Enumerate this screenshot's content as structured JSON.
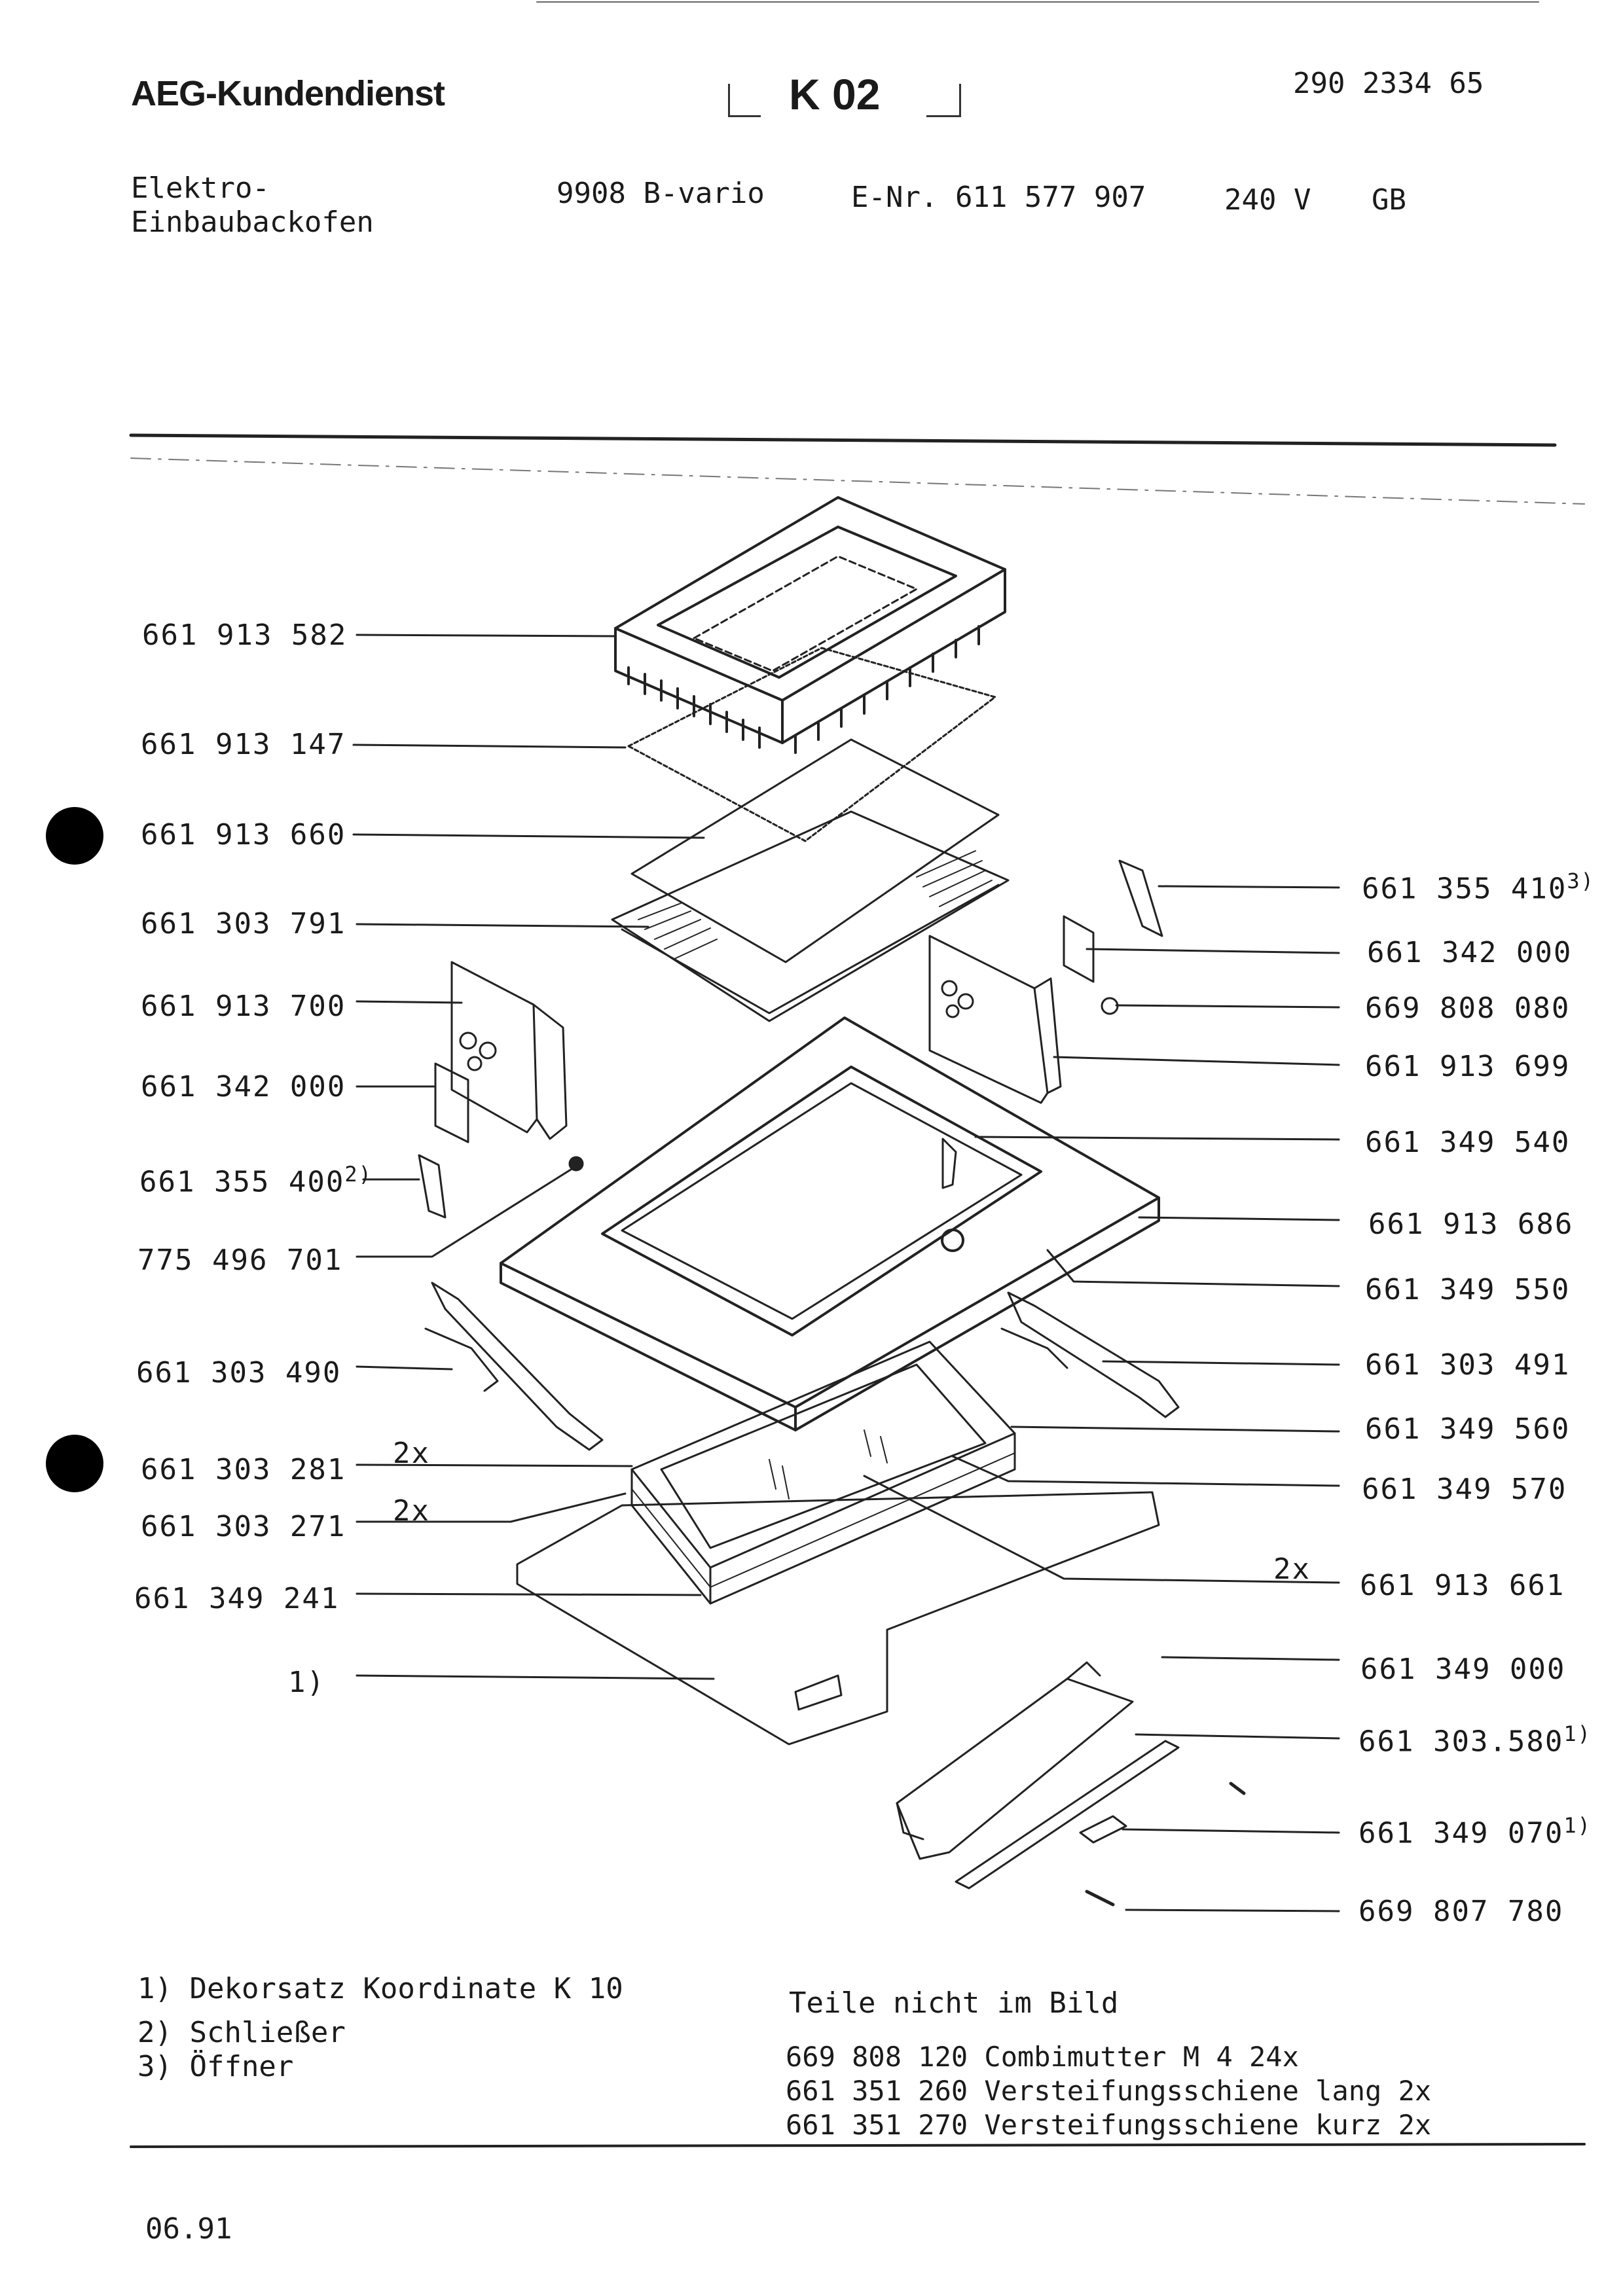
{
  "header": {
    "brand": "AEG-Kundendienst",
    "sheet_code": "K 02",
    "doc_number": "290 2334 65",
    "appliance_line1": "Elektro-",
    "appliance_line2": "Einbaubackofen",
    "model": "9908 B-vario",
    "enr": "E-Nr. 611 577 907",
    "voltage": "240 V",
    "country": "GB"
  },
  "parts_left": [
    {
      "number": "661 913 582",
      "sup": ""
    },
    {
      "number": "661 913 147",
      "sup": ""
    },
    {
      "number": "661 913 660",
      "sup": ""
    },
    {
      "number": "661 303 791",
      "sup": ""
    },
    {
      "number": "661 913 700",
      "sup": ""
    },
    {
      "number": "661 342 000",
      "sup": ""
    },
    {
      "number": "661 355 400",
      "sup": "2)"
    },
    {
      "number": "775 496 701",
      "sup": ""
    },
    {
      "number": "661 303 490",
      "sup": ""
    },
    {
      "number": "661 303 281",
      "sup": ""
    },
    {
      "number": "661 303 271",
      "sup": ""
    },
    {
      "number": "661 349 241",
      "sup": ""
    },
    {
      "number": "1)",
      "sup": ""
    }
  ],
  "parts_right": [
    {
      "number": "661 355 410",
      "sup": "3)"
    },
    {
      "number": "661 342 000",
      "sup": ""
    },
    {
      "number": "669 808 080",
      "sup": ""
    },
    {
      "number": "661 913 699",
      "sup": ""
    },
    {
      "number": "661 349 540",
      "sup": ""
    },
    {
      "number": "661 913 686",
      "sup": ""
    },
    {
      "number": "661 349 550",
      "sup": ""
    },
    {
      "number": "661 303 491",
      "sup": ""
    },
    {
      "number": "661 349 560",
      "sup": ""
    },
    {
      "number": "661 349 570",
      "sup": ""
    },
    {
      "number": "661 913 661",
      "sup": ""
    },
    {
      "number": "661 349 000",
      "sup": ""
    },
    {
      "number": "661 303.580",
      "sup": "1)"
    },
    {
      "number": "661 349 070",
      "sup": "1)"
    },
    {
      "number": "669 807 780",
      "sup": ""
    }
  ],
  "qty_labels": [
    "2x",
    "2x",
    "2x"
  ],
  "footnotes": [
    "1) Dekorsatz Koordinate K 10",
    "2) Schließer",
    "3) Öffner"
  ],
  "not_shown": {
    "title": "Teile nicht im Bild",
    "items": [
      "669 808 120 Combimutter M 4 24x",
      "661 351 260 Versteifungsschiene lang 2x",
      "661 351 270 Versteifungsschiene kurz 2x"
    ]
  },
  "date": "06.91"
}
